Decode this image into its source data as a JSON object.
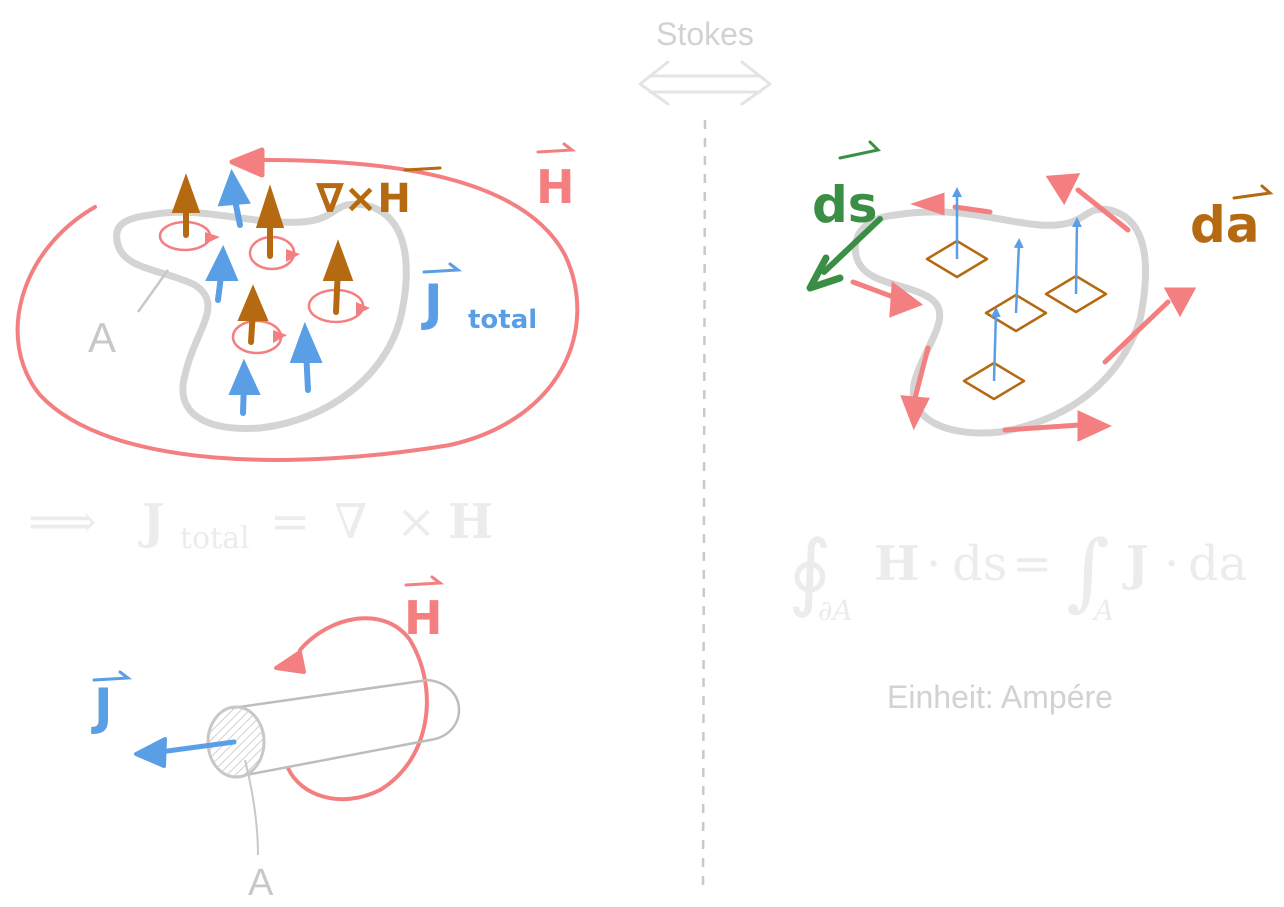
{
  "header": {
    "stokes_label": "Stokes"
  },
  "left_top": {
    "label_H": "H",
    "label_curl": "∇×H",
    "label_J": "J",
    "label_J_sub": "total",
    "label_area": "A"
  },
  "left_formula": {
    "implies": "⟹",
    "J": "J",
    "sub": "total",
    "eq": "=",
    "nabla": "∇",
    "times": "×",
    "H": "H"
  },
  "left_bottom": {
    "label_H": "H",
    "label_J": "J",
    "label_area": "A"
  },
  "right_top": {
    "label_ds": "ds",
    "label_da": "da"
  },
  "right_formula": {
    "oint": "∮",
    "sub_boundary": "∂A",
    "H": "H",
    "dot1": "·",
    "ds": "ds",
    "eq": "=",
    "int": "∫",
    "sub_area": "A",
    "J": "J",
    "dot2": "·",
    "da": "da"
  },
  "unit_note": "Einheit: Ampére",
  "colors": {
    "H_red": "#f47f80",
    "J_blue": "#5a9ee6",
    "curl_brown": "#b56a12",
    "ds_green": "#3a8f45",
    "outline_grey": "#d4d4d4",
    "faint_text": "#d2d2d2"
  }
}
